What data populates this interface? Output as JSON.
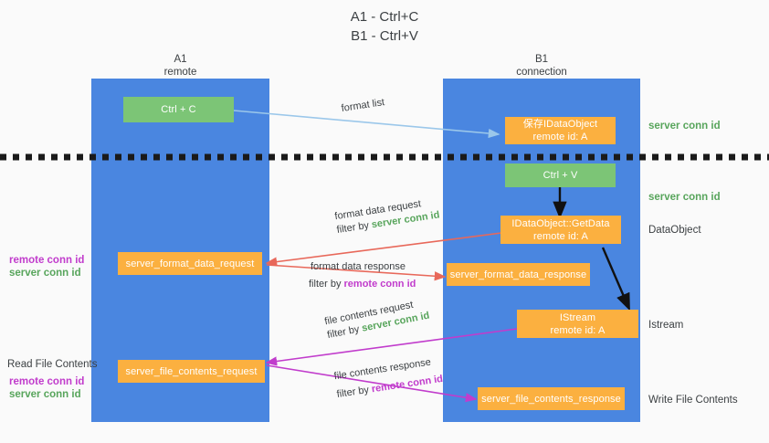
{
  "title": {
    "line1": "A1 - Ctrl+C",
    "line2": "B1 - Ctrl+V"
  },
  "columns": [
    {
      "id": "a1",
      "name": "A1",
      "sub": "remote"
    },
    {
      "id": "b1",
      "name": "B1",
      "sub": "connection"
    }
  ],
  "nodes": {
    "ctrl_c": {
      "label": "Ctrl + C"
    },
    "save_dataobject": {
      "line1": "保存IDataObject",
      "line2": "remote id: A"
    },
    "ctrl_v": {
      "label": "Ctrl + V"
    },
    "getdata": {
      "line1": "IDataObject::GetData",
      "line2": "remote id: A"
    },
    "istream": {
      "line1": "IStream",
      "line2": "remote id: A"
    },
    "format_data_request": {
      "label": "server_format_data_request"
    },
    "format_data_response": {
      "label": "server_format_data_response"
    },
    "file_contents_request": {
      "label": "server_file_contents_request"
    },
    "file_contents_response": {
      "label": "server_file_contents_response"
    }
  },
  "right_labels": {
    "server_conn_id_1": "server conn id",
    "server_conn_id_2": "server conn id",
    "dataobject": "DataObject",
    "istream": "Istream",
    "write_file_contents": "Write File Contents"
  },
  "left_labels": {
    "remote_conn_id_1": "remote conn id",
    "server_conn_id_1": "server conn id",
    "read_file_contents": "Read File Contents",
    "remote_conn_id_2": "remote conn id",
    "server_conn_id_2": "server conn id"
  },
  "edges": {
    "format_list": "format list",
    "format_data_request": {
      "main": "format data request",
      "filter_prefix": "filter by ",
      "filter_value": "server conn id"
    },
    "format_data_response": {
      "main": "format data response",
      "filter_prefix": "filter by ",
      "filter_value": "remote conn id"
    },
    "file_contents_request": {
      "main": "file contents request",
      "filter_prefix": "filter by ",
      "filter_value": "server conn id"
    },
    "file_contents_response": {
      "main": "file contents response",
      "filter_prefix": "filter by ",
      "filter_value": "remote conn id"
    }
  },
  "colors": {
    "column": "#4a86e0",
    "green_node": "#7cc576",
    "orange_node": "#fbb040",
    "server_conn_id": "#58a55c",
    "remote_conn_id": "#c13ccc",
    "arrow_blue": "#9bc7ea",
    "arrow_red": "#e8685a",
    "arrow_magenta": "#c13ccc",
    "arrow_black": "#000000",
    "divider": "#1a1a1a"
  }
}
